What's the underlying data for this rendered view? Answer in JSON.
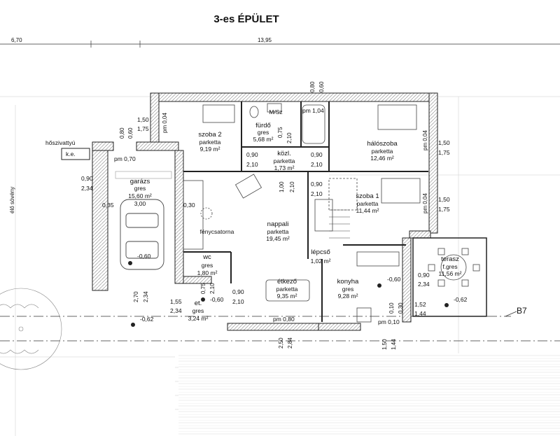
{
  "title": "3-es ÉPÜLET",
  "dimensions": {
    "top_left": "6,70",
    "top_main": "13,95",
    "h080": "0,80",
    "h060": "0,60"
  },
  "rooms": {
    "szoba2": {
      "name": "szoba 2",
      "floor": "parketta",
      "area": "9,19 m²"
    },
    "furdo": {
      "name": "fürdő",
      "floor": "gres",
      "area": "5,68 m²"
    },
    "msz": "M/Sz",
    "halo": {
      "name": "hálószoba",
      "floor": "parketta",
      "area": "12,46 m²"
    },
    "kozl": {
      "name": "közl.",
      "floor": "parketta",
      "area": "1,73 m²"
    },
    "garazs": {
      "name": "garázs",
      "floor": "gres",
      "area": "15,60 m²",
      "h": "3,00"
    },
    "szoba1": {
      "name": "szoba 1",
      "floor": "parketta",
      "area": "11,44 m²"
    },
    "nappali": {
      "name": "nappali",
      "floor": "parketta",
      "area": "19,45 m²"
    },
    "fenycsatorna": "fénycsatorna",
    "wc": {
      "name": "wc",
      "floor": "gres",
      "area": "1,80 m²"
    },
    "lepcso": {
      "name": "lépcső",
      "area": "1,02 m²"
    },
    "terasz": {
      "name": "terasz",
      "floor": "f.gres",
      "area": "11,56 m²"
    },
    "etkezo": {
      "name": "étkező",
      "floor": "parketta",
      "area": "9,35 m²"
    },
    "konyha": {
      "name": "konyha",
      "floor": "gres",
      "area": "9,28 m²"
    },
    "et": {
      "name": "et.",
      "floor": "gres",
      "area": "3,24 m²"
    }
  },
  "labels": {
    "hoszivattyu": "hőszivattyú",
    "ke": "k.e.",
    "elo_soveny": "élő sövény",
    "b7": "B7"
  },
  "annotations": {
    "pm104": "pm 1,04",
    "pm070": "pm 0,70",
    "pm004_a": "pm 0,04",
    "pm004_b": "pm 0,04",
    "pm004_c": "pm 0,04",
    "pm080": "pm 0,80",
    "pm010": "pm 0,10",
    "lvl_060_a": "-0,60",
    "lvl_060_b": "-0,60",
    "lvl_060_c": "-0,60",
    "lvl_062_a": "-0,62",
    "lvl_062_b": "-0,62"
  },
  "openings": {
    "o150": "1,50",
    "o175": "1,75",
    "o080": "0,80",
    "o060": "0,60",
    "o075": "0,75",
    "o210a": "2,10",
    "o090a": "0,90",
    "o210b": "2,10",
    "o090b": "0,90",
    "o210c": "2,10",
    "o090c": "0,90",
    "o234a": "2,34",
    "o100": "1,00",
    "o210d": "2,10",
    "o090d": "0,90",
    "o210e": "2,10",
    "o150b": "1,50",
    "o175b": "1,75",
    "o150c": "1,50",
    "o175c": "1,75",
    "o035": "0,35",
    "o030": "0,30",
    "o270": "2,70",
    "o234b": "2,34",
    "o155": "1,55",
    "o234c": "2,34",
    "o075b": "0,75",
    "o210f": "2,10",
    "o090e": "0,90",
    "o210g": "2,10",
    "o090f": "0,90",
    "o234d": "2,34",
    "o152": "1,52",
    "o144": "1,44",
    "o010": "0,10",
    "o030b": "0,30",
    "o250": "2,50",
    "o284": "2,84",
    "o150d": "1,50",
    "o144b": "1,44"
  }
}
